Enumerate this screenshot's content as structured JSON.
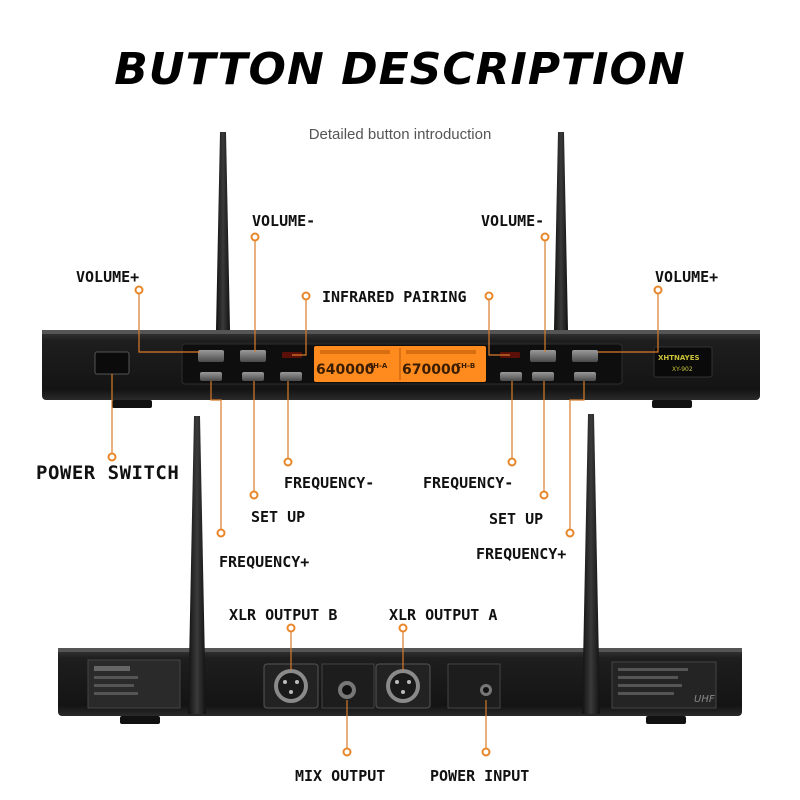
{
  "header": {
    "title": "BUTTON DESCRIPTION",
    "subtitle": "Detailed button introduction"
  },
  "front_panel": {
    "brand": "XHTNAYES",
    "model": "XY-902",
    "channel_a": "CH-A",
    "channel_b": "CH-B",
    "freq_a": "640000",
    "freq_b": "670000",
    "labels": {
      "volume_minus_left": "VOLUME-",
      "volume_minus_right": "VOLUME-",
      "volume_plus_left": "VOLUME+",
      "volume_plus_right": "VOLUME+",
      "infrared_pairing": "INFRARED PAIRING",
      "power_switch": "POWER SWITCH",
      "frequency_minus_left": "FREQUENCY-",
      "frequency_minus_right": "FREQUENCY-",
      "setup_left": "SET UP",
      "setup_right": "SET UP",
      "frequency_plus_left": "FREQUENCY+",
      "frequency_plus_right": "FREQUENCY+"
    }
  },
  "rear_panel": {
    "badge": "UHF",
    "labels": {
      "xlr_output_b": "XLR OUTPUT B",
      "xlr_output_a": "XLR OUTPUT A",
      "mix_output": "MIX OUTPUT",
      "power_input": "POWER INPUT"
    }
  },
  "colors": {
    "accent": "#e8862a",
    "lcd": "#ff8a1e",
    "device": "#1a1a1a",
    "leader": "#d77b2a"
  }
}
